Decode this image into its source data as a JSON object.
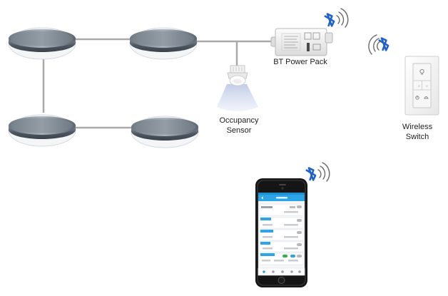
{
  "labels": {
    "power_pack": "BT Power Pack",
    "occupancy_line1": "Occupancy",
    "occupancy_line2": "Sensor",
    "switch_line1": "Wireless",
    "switch_line2": "Switch"
  },
  "colors": {
    "wire": "#a9a9a9",
    "fixture_rim": "#5a6470",
    "fixture_lens": "#f3f5f7",
    "bluetooth": "#1f63c6",
    "app_header": "#2ba5e8",
    "phone_body": "#151515",
    "toggle_on": "#33b24a",
    "toggle_off": "#b8b8b8"
  },
  "icons": {
    "bluetooth": "bluetooth-icon",
    "signal": "signal-waves-icon"
  }
}
